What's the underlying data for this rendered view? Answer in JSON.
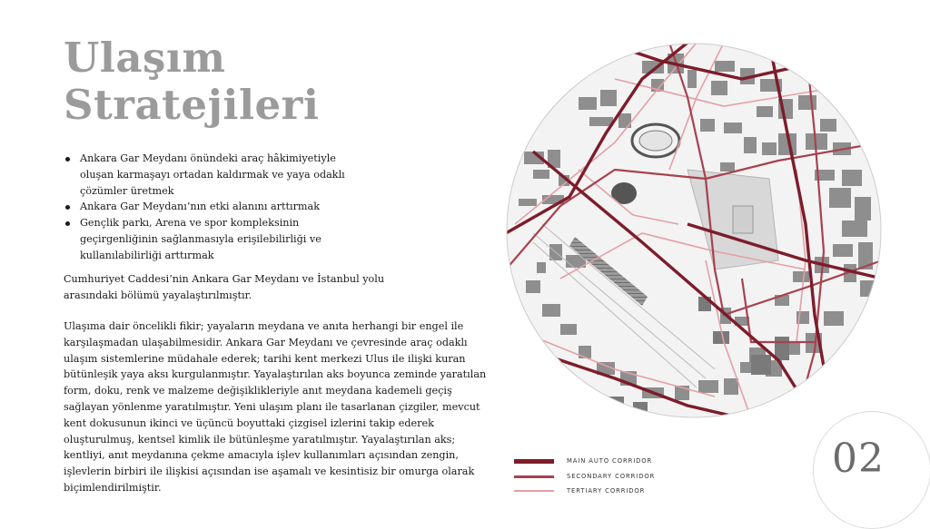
{
  "title": {
    "line1": "Ulaşım",
    "line2": "Stratejileri"
  },
  "bullets": [
    "Ankara Gar Meydanı önündeki araç hâkimiyetiyle oluşan karmaşayı ortadan kaldırmak ve yaya odaklı çözümler üretmek",
    "Ankara Gar Meydanı’nın etki alanını arttırmak",
    "Gençlik parkı, Arena ve spor kompleksinin geçirgenliğinin sağlanmasıyla erişilebilirliği ve kullanılabilirliği arttırmak"
  ],
  "paragraph1": "Cumhuriyet Caddesi’nin Ankara Gar Meydanı ve İstanbul yolu arasındaki bölümü yayalaştırılmıştır.",
  "paragraph2": "Ulaşıma dair öncelikli fikir; yayaların meydana ve anıta herhangi bir engel ile karşılaşmadan ulaşabilmesidir.  Ankara Gar Meydanı ve çevresinde araç odaklı ulaşım sistemlerine müdahale ederek; tarihi kent merkezi Ulus ile ilişki kuran bütünleşik yaya aksı kurgulanmıştır. Yayalaştırılan aks boyunca zeminde yaratılan form, doku, renk ve malzeme değişiklikleriyle anıt meydana kademeli geçiş sağlayan yönlenme yaratılmıştır. Yeni ulaşım planı ile tasarlanan çizgiler, mevcut kent dokusunun ikinci ve üçüncü boyuttaki çizgisel izlerini takip ederek oluşturulmuş, kentsel kimlik ile bütünleşme yaratılmıştır. Yayalaştırılan aks; kentliyi, anıt meydanına çekme amacıyla işlev kullanımları açısından zengin, işlevlerin birbiri ile ilişkisi açısından ise aşamalı ve kesintisiz bir omurga olarak biçimlendirilmiştir.",
  "legend": [
    {
      "label": "MAIN AUTO CORRIDOR",
      "color": "#7d1c2b"
    },
    {
      "label": "SECONDARY CORRIDOR",
      "color": "#a8414f"
    },
    {
      "label": "TERTIARY CORRIDOR",
      "color": "#e3a0a7"
    }
  ],
  "page_number": "02",
  "colors": {
    "title": "#9b9b9b",
    "buildings": "#8a8a8a",
    "map_background": "#efefef"
  }
}
